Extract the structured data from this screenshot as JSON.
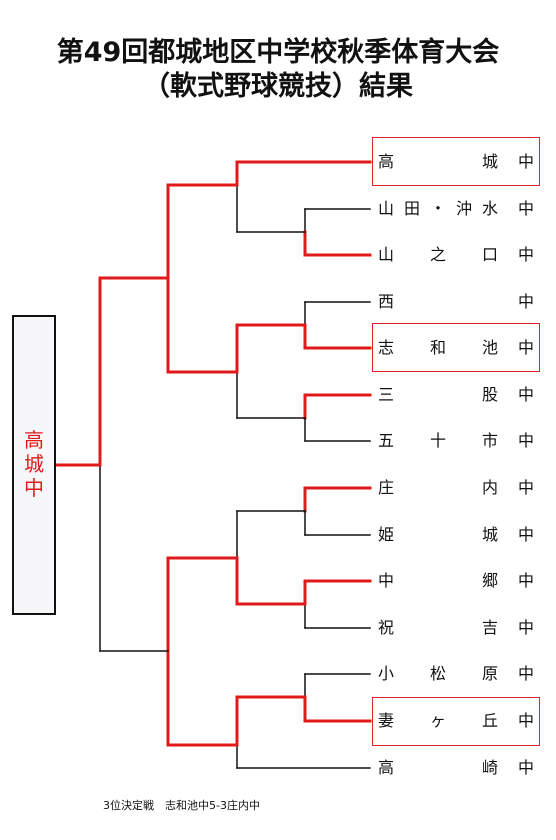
{
  "title": {
    "line1": "第49回都城地区中学校秋季体育大会",
    "line2": "（軟式野球競技）結果"
  },
  "teams": [
    {
      "name": [
        "高",
        "城"
      ],
      "suffix": "中"
    },
    {
      "name": [
        "山",
        "田",
        "・",
        "沖",
        "水"
      ],
      "suffix": "中"
    },
    {
      "name": [
        "山",
        "之",
        "口"
      ],
      "suffix": "中"
    },
    {
      "name": [
        "西"
      ],
      "suffix": "中"
    },
    {
      "name": [
        "志",
        "和",
        "池"
      ],
      "suffix": "中"
    },
    {
      "name": [
        "三",
        "股"
      ],
      "suffix": "中"
    },
    {
      "name": [
        "五",
        "十",
        "市"
      ],
      "suffix": "中"
    },
    {
      "name": [
        "庄",
        "内"
      ],
      "suffix": "中"
    },
    {
      "name": [
        "姫",
        "城"
      ],
      "suffix": "中"
    },
    {
      "name": [
        "中",
        "郷"
      ],
      "suffix": "中"
    },
    {
      "name": [
        "祝",
        "吉"
      ],
      "suffix": "中"
    },
    {
      "name": [
        "小",
        "松",
        "原"
      ],
      "suffix": "中"
    },
    {
      "name": [
        "妻",
        "ヶ",
        "丘"
      ],
      "suffix": "中"
    },
    {
      "name": [
        "高",
        "崎"
      ],
      "suffix": "中"
    }
  ],
  "champion": [
    "高",
    "城",
    "中"
  ],
  "third_place": "3位決定戦　志和池中5-3庄内中",
  "colors": {
    "win": "#e01a1a",
    "line": "#111111"
  }
}
